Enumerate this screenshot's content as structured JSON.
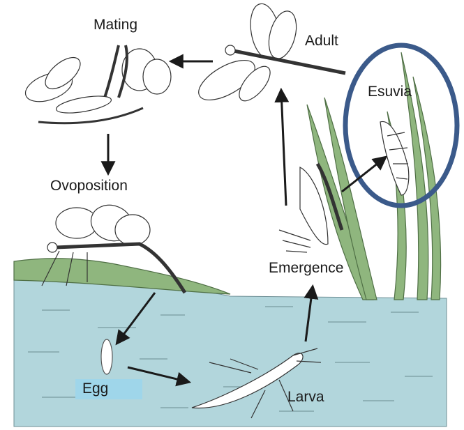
{
  "labels": {
    "mating": "Mating",
    "adult": "Adult",
    "esuvia": "Esuvia",
    "ovoposition": "Ovoposition",
    "emergence": "Emergence",
    "egg": "Egg",
    "larva": "Larva"
  },
  "colors": {
    "water": "#b2d6dc",
    "ground": "#8fb67e",
    "reed": "#8fb67e",
    "highlight_ellipse": "#3b5a8a",
    "egg_label_bg": "#9fd6ea",
    "arrow": "#1a1a1a"
  },
  "cycle_order": [
    "Mating",
    "Ovoposition",
    "Egg",
    "Larva",
    "Emergence",
    "Adult",
    "Mating"
  ]
}
